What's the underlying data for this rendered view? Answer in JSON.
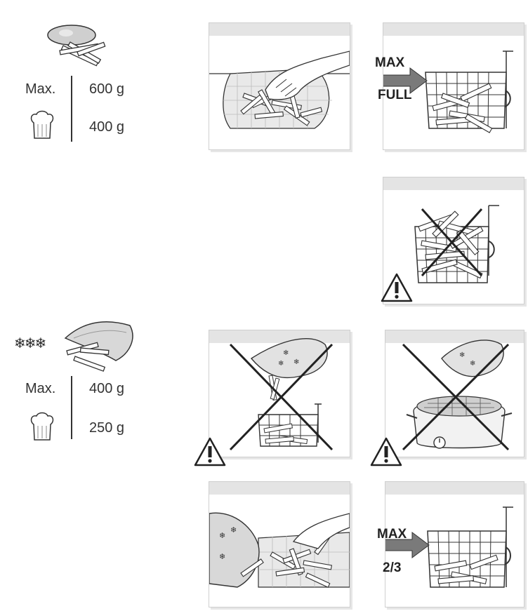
{
  "fresh": {
    "max_label": "Max.",
    "weight_full": "600 g",
    "weight_hat": "400 g",
    "icons": [
      "potato-icon",
      "chef-hat-icon"
    ]
  },
  "frozen": {
    "freezer_symbol": "❄❄❄",
    "max_label": "Max.",
    "weight_full": "400 g",
    "weight_hat": "250 g",
    "icons": [
      "frozen-fries-bag-icon",
      "chef-hat-icon"
    ]
  },
  "basket_fresh": {
    "max_label": "MAX",
    "level_label": "FULL"
  },
  "basket_frozen": {
    "max_label": "MAX",
    "level_label": "2/3"
  },
  "colors": {
    "line": "#333333",
    "strip": "#e4e4e4",
    "arrow": "#7a7a7a"
  }
}
